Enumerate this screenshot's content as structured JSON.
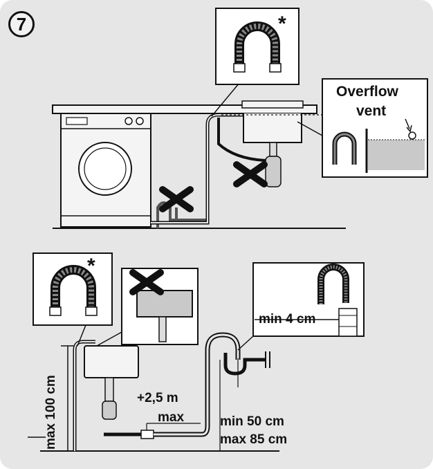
{
  "step_number": "7",
  "marks": {
    "asterisk": "*"
  },
  "labels": {
    "overflow_line1": "Overflow",
    "overflow_line2": "vent",
    "min_4cm": "min 4 cm",
    "max_100cm": "max 100 cm",
    "extension": "+2,5 m",
    "extension_max": "max",
    "min_50cm": "min 50 cm",
    "max_85cm": "max 85 cm"
  },
  "icons": [
    "hose-hook-icon",
    "cross-icon",
    "washing-machine-icon",
    "sink-icon",
    "siphon-icon",
    "standpipe-icon"
  ],
  "colors": {
    "background": "#e6e6e6",
    "line": "#111111",
    "water": "#c9c9c9"
  }
}
